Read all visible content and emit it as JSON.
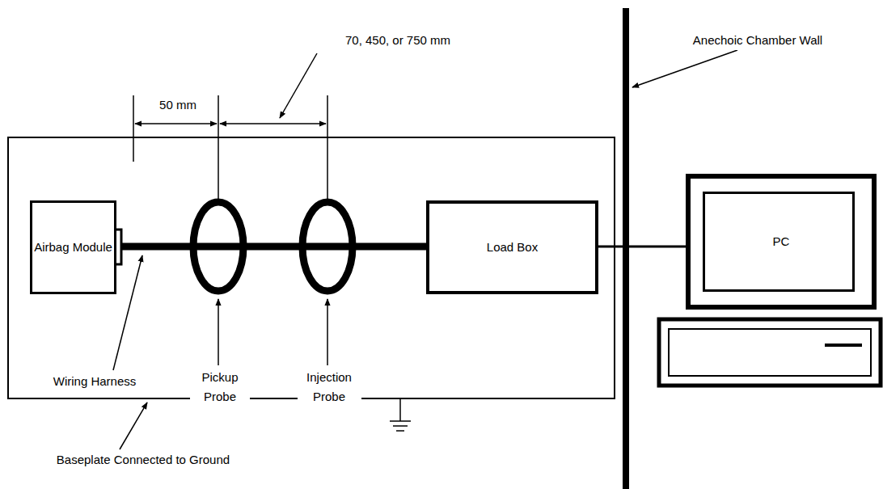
{
  "diagram": {
    "nodes": [
      {
        "text": [
          "Airbag Module"
        ]
      },
      {
        "text": [
          "Load Box"
        ]
      },
      {
        "text": [
          "PC"
        ]
      }
    ],
    "edges": [
      {
        "from": 0,
        "to": 1,
        "arrow": "none"
      },
      {
        "from": 1,
        "to": 2,
        "arrow": "none"
      }
    ],
    "labels": [
      "50 mm",
      "70, 450, or 750 mm",
      "Anechoic Chamber Wall",
      "Wiring Harness",
      "Pickup Probe",
      "Injection Probe",
      "Baseplate Connected to Ground"
    ]
  }
}
